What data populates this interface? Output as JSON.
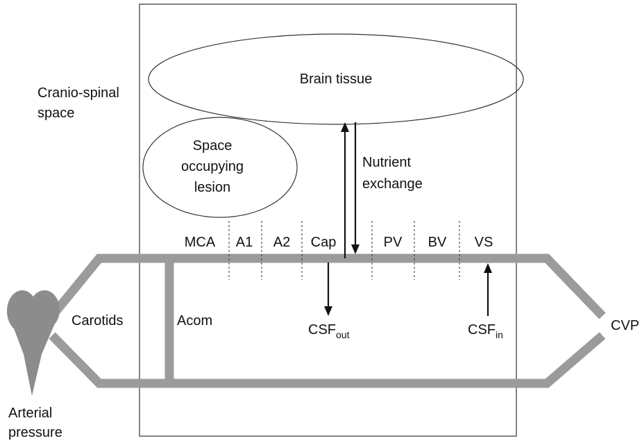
{
  "labels": {
    "cranio_line1": "Cranio-spinal",
    "cranio_line2": "space",
    "brain_tissue": "Brain tissue",
    "lesion_line1": "Space",
    "lesion_line2": "occupying",
    "lesion_line3": "lesion",
    "nutrient_line1": "Nutrient",
    "nutrient_line2": "exchange",
    "carotids": "Carotids",
    "acom": "Acom",
    "arterial_line1": "Arterial",
    "arterial_line2": "pressure",
    "cvp": "CVP",
    "csf_out_main": "CSF",
    "csf_out_sub": "out",
    "csf_in_main": "CSF",
    "csf_in_sub": "in"
  },
  "segments": [
    "MCA",
    "A1",
    "A2",
    "Cap",
    "PV",
    "BV",
    "VS"
  ],
  "colors": {
    "vessel": "#9b9b9b",
    "heart": "#8c8c8c",
    "outline": "#333333",
    "text": "#111111"
  }
}
